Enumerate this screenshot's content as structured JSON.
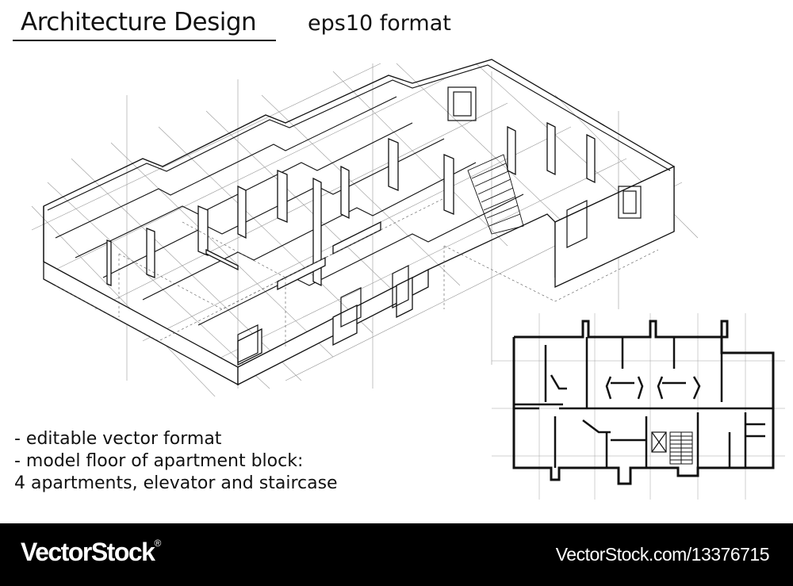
{
  "header": {
    "title": "Architecture Design",
    "subtitle": "eps10 format"
  },
  "features": [
    "- editable vector format",
    "- model floor of apartment block:",
    "4 apartments, elevator and staircase"
  ],
  "footer": {
    "brand": "VectorStock",
    "brand_mark": "®",
    "url": "VectorStock.com/13376715"
  },
  "colors": {
    "ink": "#111111",
    "construction_lines": "#9a9a9a",
    "footer_bg": "#000000",
    "footer_text": "#ffffff"
  }
}
